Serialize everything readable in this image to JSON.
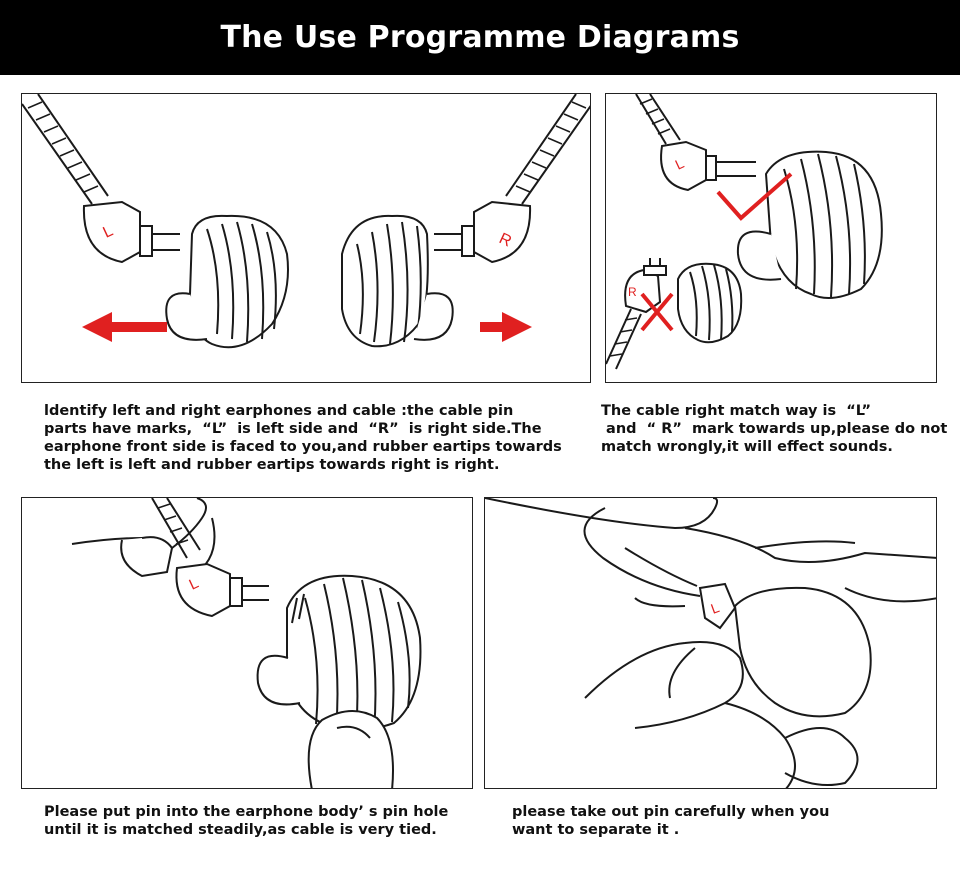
{
  "header": {
    "title": "The Use Programme Diagrams"
  },
  "colors": {
    "marker_red": "#e02020",
    "line": "#1a1a1a"
  },
  "panels": [
    {
      "id": "identify",
      "icons": [
        "cable-left",
        "cable-right",
        "earphone-left",
        "earphone-right",
        "arrow-left",
        "arrow-right"
      ],
      "marks": {
        "left": "L",
        "right": "R"
      },
      "caption": [
        "ldentify left and right earphones and cable :the cable pin",
        "parts have marks,  “L”  is left side and  “R”  is right side.The",
        "earphone front side is faced to you,and rubber eartips towards",
        "the left is left and rubber eartips towards right is right."
      ]
    },
    {
      "id": "match",
      "icons": [
        "check-mark",
        "cross-mark"
      ],
      "marks": {
        "left": "L",
        "right": "R"
      },
      "caption": [
        "The cable right match way is  “L”",
        " and  “ R”  mark towards up,please do not",
        "match wrongly,it will effect sounds."
      ]
    },
    {
      "id": "insert",
      "marks": {
        "left": "L"
      },
      "caption": [
        "Please put pin into the earphone body’ s pin hole",
        "until it is matched steadily,as cable is very tied."
      ]
    },
    {
      "id": "remove",
      "marks": {
        "left": "L"
      },
      "caption": [
        "please take out pin carefully when you",
        "want to separate it ."
      ]
    }
  ]
}
